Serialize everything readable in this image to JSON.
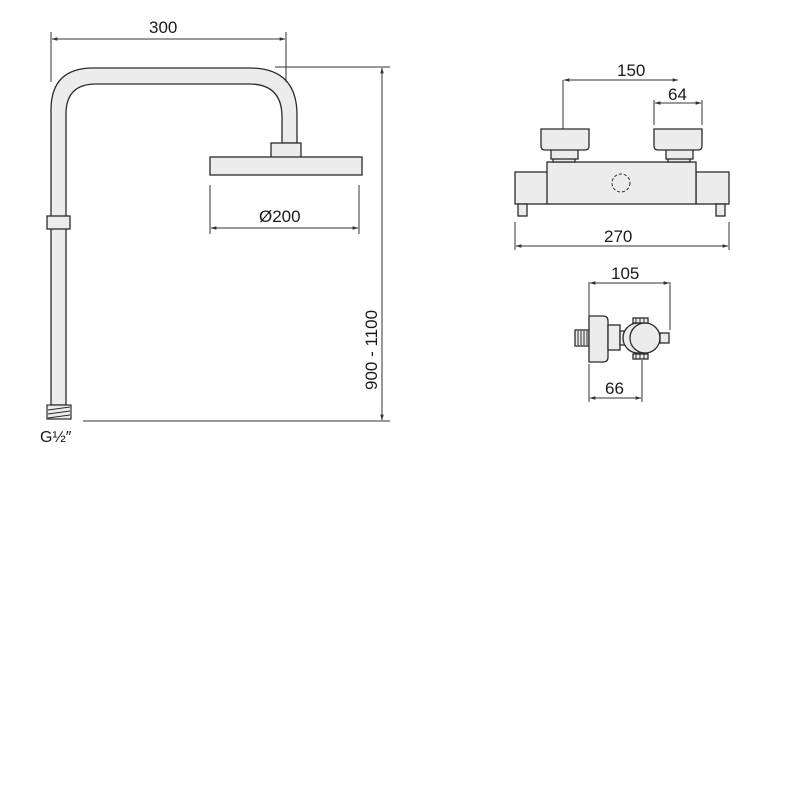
{
  "drawing": {
    "shower_column": {
      "arm_reach": "300",
      "head_diameter": "Ø200",
      "height_range": "900 - 1100",
      "connection_thread": "G½″"
    },
    "thermostatic_mixer_front": {
      "inlet_spacing": "150",
      "handle_width": "64",
      "overall_width": "270"
    },
    "thermostatic_mixer_side": {
      "overall_depth": "105",
      "wall_to_body_depth": "66"
    }
  },
  "colors": {
    "part_fill": "#ececec",
    "outline": "#2b2b2b",
    "dimension_line": "#333333",
    "background": "#ffffff"
  }
}
